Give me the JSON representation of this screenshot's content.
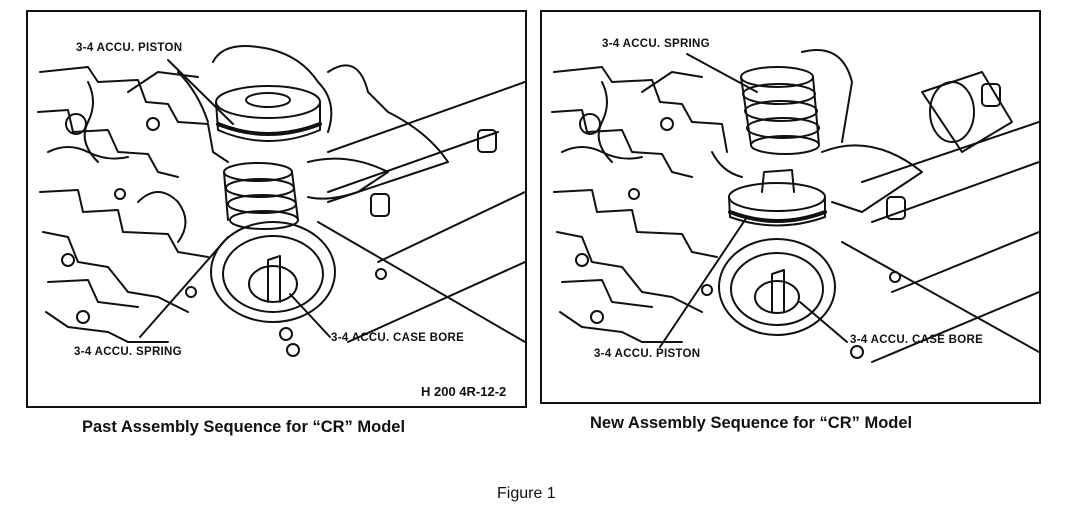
{
  "left_panel": {
    "callouts": {
      "piston": "3-4 ACCU. PISTON",
      "spring": "3-4 ACCU. SPRING",
      "case_bore": "3-4 ACCU. CASE BORE"
    },
    "figure_ref": "H 200 4R-12-2",
    "caption": "Past Assembly Sequence for “CR” Model"
  },
  "right_panel": {
    "callouts": {
      "spring": "3-4 ACCU. SPRING",
      "piston": "3-4 ACCU. PISTON",
      "case_bore": "3-4 ACCU. CASE BORE"
    },
    "caption": "New Assembly Sequence for “CR” Model"
  },
  "figure_label": "Figure 1",
  "colors": {
    "ink": "#111111",
    "paper": "#ffffff"
  }
}
